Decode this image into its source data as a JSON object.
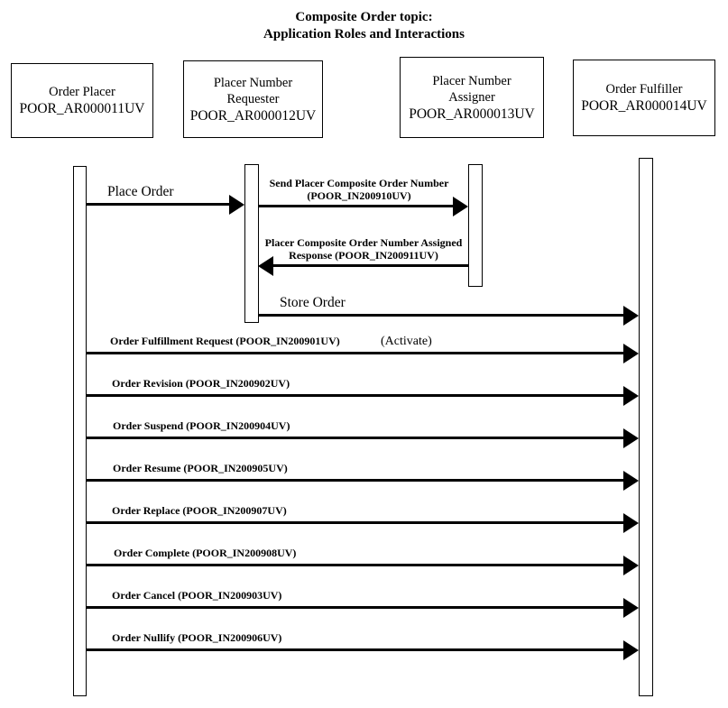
{
  "diagram": {
    "title": "Composite Order topic:\nApplication Roles and Interactions",
    "type": "uml-sequence-diagram"
  },
  "actors": [
    {
      "role": "Order Placer",
      "id": "POOR_AR000011UV"
    },
    {
      "role": "Placer Number\nRequester",
      "id": "POOR_AR000012UV"
    },
    {
      "role": "Placer Number\nAssigner",
      "id": "POOR_AR000013UV"
    },
    {
      "role": "Order Fulfiller",
      "id": "POOR_AR000014UV"
    }
  ],
  "messages": [
    {
      "label": "Place Order",
      "suffix": "",
      "from": "Order Placer",
      "to": "Placer Number Requester",
      "direction": "right"
    },
    {
      "label": "Send Placer Composite Order Number\n(POOR_IN200910UV)",
      "suffix": "",
      "from": "Placer Number Requester",
      "to": "Placer Number Assigner",
      "direction": "right"
    },
    {
      "label": "Placer Composite Order Number Assigned\nResponse (POOR_IN200911UV)",
      "suffix": "",
      "from": "Placer Number Assigner",
      "to": "Placer Number Requester",
      "direction": "left"
    },
    {
      "label": "Store Order",
      "suffix": "",
      "from": "Placer Number Requester",
      "to": "Order Fulfiller",
      "direction": "right"
    },
    {
      "label": "Order Fulfillment Request  (POOR_IN200901UV)",
      "suffix": "(Activate)",
      "from": "Order Placer",
      "to": "Order Fulfiller",
      "direction": "right"
    },
    {
      "label": "Order Revision  (POOR_IN200902UV)",
      "suffix": "",
      "from": "Order Placer",
      "to": "Order Fulfiller",
      "direction": "right"
    },
    {
      "label": "Order Suspend  (POOR_IN200904UV)",
      "suffix": "",
      "from": "Order Placer",
      "to": "Order Fulfiller",
      "direction": "right"
    },
    {
      "label": "Order Resume  (POOR_IN200905UV)",
      "suffix": "",
      "from": "Order Placer",
      "to": "Order Fulfiller",
      "direction": "right"
    },
    {
      "label": "Order Replace  (POOR_IN200907UV)",
      "suffix": "",
      "from": "Order Placer",
      "to": "Order Fulfiller",
      "direction": "right"
    },
    {
      "label": "Order Complete  (POOR_IN200908UV)",
      "suffix": "",
      "from": "Order Placer",
      "to": "Order Fulfiller",
      "direction": "right"
    },
    {
      "label": "Order Cancel  (POOR_IN200903UV)",
      "suffix": "",
      "from": "Order Placer",
      "to": "Order Fulfiller",
      "direction": "right"
    },
    {
      "label": "Order Nullify  (POOR_IN200906UV)",
      "suffix": "",
      "from": "Order Placer",
      "to": "Order Fulfiller",
      "direction": "right"
    }
  ],
  "colors": {
    "stroke": "#000000",
    "background": "#ffffff"
  }
}
